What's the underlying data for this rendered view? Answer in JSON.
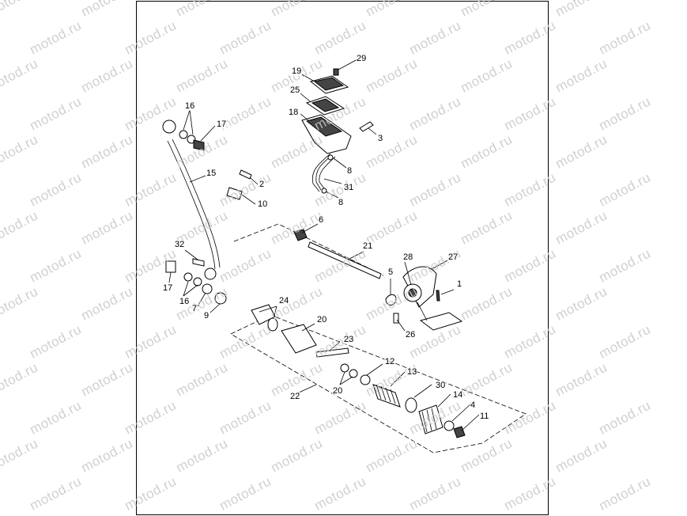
{
  "watermark": "motod.ru",
  "callouts": [
    "29",
    "19",
    "25",
    "18",
    "3",
    "8",
    "31",
    "8",
    "16",
    "17",
    "15",
    "2",
    "10",
    "6",
    "21",
    "28",
    "27",
    "32",
    "5",
    "1",
    "17",
    "16",
    "7",
    "9",
    "24",
    "20",
    "26",
    "23",
    "12",
    "13",
    "20",
    "22",
    "30",
    "14",
    "4",
    "11"
  ]
}
